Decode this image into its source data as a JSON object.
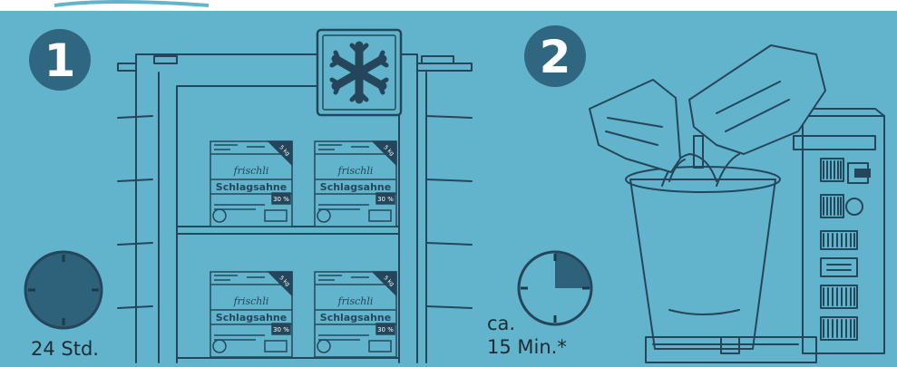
{
  "colors": {
    "background": "#62b4cc",
    "line": "#25465a",
    "badge": "#2f6680",
    "clock_face": "#2d627a",
    "page": "#ffffff"
  },
  "steps": [
    {
      "number": "1",
      "caption_lines": [
        "24 Std."
      ],
      "clock_fill_fraction": 1.0,
      "icon": "freezer-snowflake-icon"
    },
    {
      "number": "2",
      "caption_lines": [
        "ca.",
        "15 Min.*"
      ],
      "clock_fill_fraction": 0.25,
      "icon": "timer-clock-icon"
    }
  ],
  "product": {
    "brand": "frischli",
    "name": "Schlagsahne",
    "fat": "30 %",
    "size": "5 kg"
  }
}
